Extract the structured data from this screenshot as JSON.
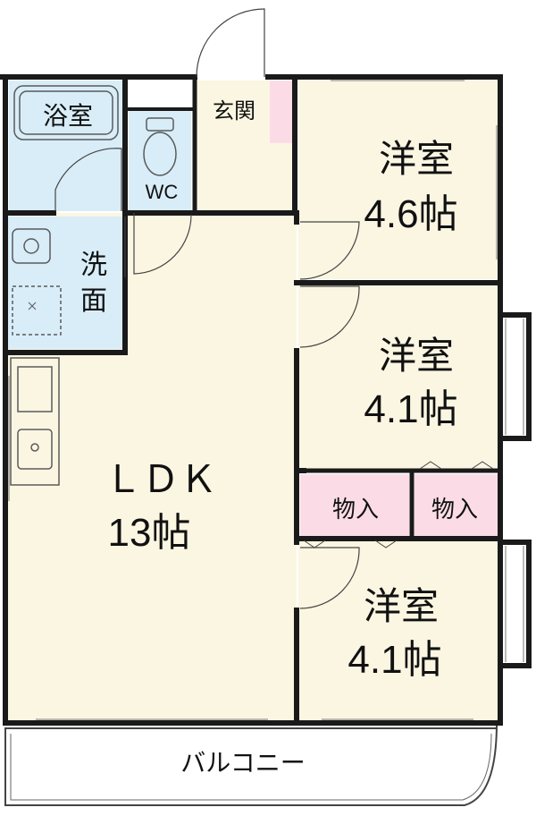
{
  "colors": {
    "wall": "#1a1a1a",
    "room": "#fbf6e2",
    "wet": "#d8edf8",
    "entry": "#fbdce6",
    "storage": "#fbdce6",
    "balcony": "#ffffff",
    "fixture": "#5a5a5a"
  },
  "rooms": {
    "bath": {
      "label": "浴室"
    },
    "entrance": {
      "label": "玄関"
    },
    "wc": {
      "label": "WC"
    },
    "wash": {
      "label_line1": "洗",
      "label_line2": "面"
    },
    "ldk": {
      "label": "ＬＤＫ",
      "size": "13帖"
    },
    "western1": {
      "label": "洋室",
      "size": "4.6帖"
    },
    "western2": {
      "label": "洋室",
      "size": "4.1帖"
    },
    "western3": {
      "label": "洋室",
      "size": "4.1帖"
    },
    "storage1": {
      "label": "物入"
    },
    "storage2": {
      "label": "物入"
    },
    "balcony": {
      "label": "バルコニー"
    }
  }
}
